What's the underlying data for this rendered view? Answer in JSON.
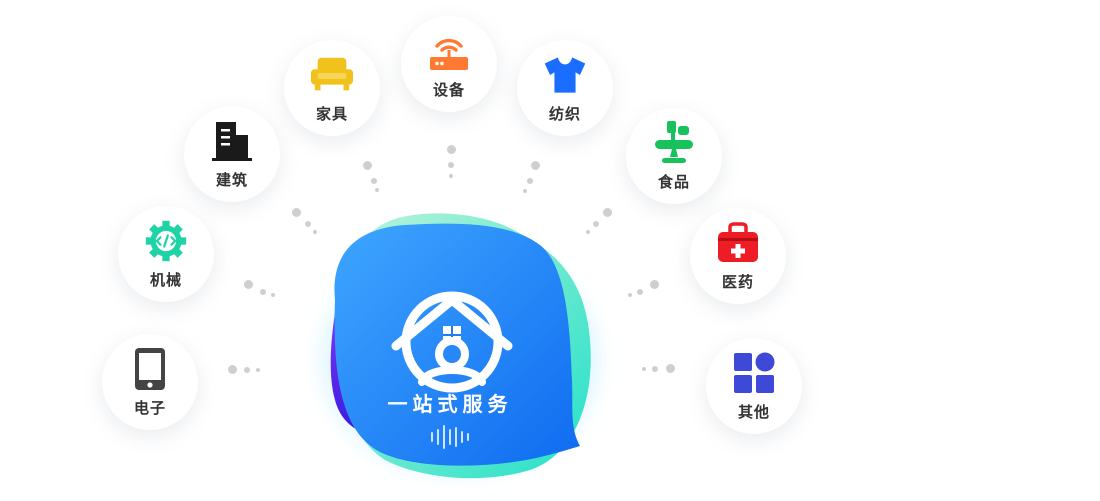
{
  "center": {
    "title": "一站式服务"
  },
  "categories": [
    {
      "key": "electronics",
      "label": "电子",
      "icon": "phone-icon",
      "color": "#444444"
    },
    {
      "key": "machinery",
      "label": "机械",
      "icon": "gear-code-icon",
      "color": "#1fd3a6"
    },
    {
      "key": "construction",
      "label": "建筑",
      "icon": "building-icon",
      "color": "#1a1a1a"
    },
    {
      "key": "furniture",
      "label": "家具",
      "icon": "sofa-icon",
      "color": "#f0c21b"
    },
    {
      "key": "equipment",
      "label": "设备",
      "icon": "router-icon",
      "color": "#ff7a30"
    },
    {
      "key": "textile",
      "label": "纺织",
      "icon": "tshirt-icon",
      "color": "#1a6dff"
    },
    {
      "key": "food",
      "label": "食品",
      "icon": "plant-icon",
      "color": "#18c25a"
    },
    {
      "key": "medicine",
      "label": "医药",
      "icon": "medkit-icon",
      "color": "#ee1c25"
    },
    {
      "key": "other",
      "label": "其他",
      "icon": "shapes-icon",
      "color": "#3f49d8"
    }
  ]
}
